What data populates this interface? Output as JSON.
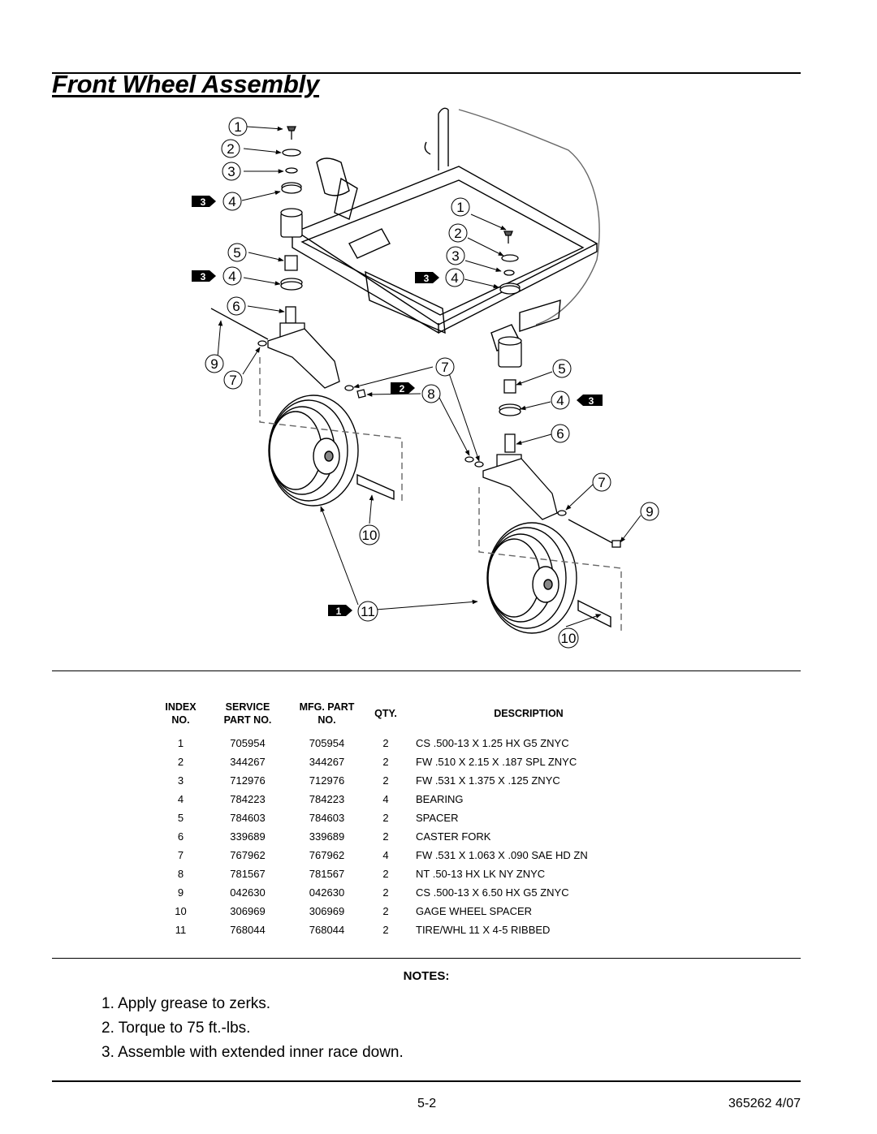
{
  "title": "Front Wheel Assembly",
  "diagram": {
    "callouts_left": [
      "1",
      "2",
      "3",
      "4",
      "5",
      "4",
      "6",
      "9",
      "7",
      "10",
      "11"
    ],
    "callouts_right": [
      "1",
      "2",
      "3",
      "4",
      "7",
      "8",
      "5",
      "4",
      "6",
      "7",
      "9",
      "10"
    ],
    "note_badges": [
      "3",
      "3",
      "3",
      "2",
      "3",
      "1"
    ]
  },
  "table": {
    "headers": {
      "index": [
        "INDEX",
        "NO."
      ],
      "service": [
        "SERVICE",
        "PART NO."
      ],
      "mfg": [
        "MFG. PART",
        "NO."
      ],
      "qty": "QTY.",
      "description": "DESCRIPTION"
    },
    "rows": [
      {
        "index": "1",
        "service": "705954",
        "mfg": "705954",
        "qty": "2",
        "description": "CS .500-13 X 1.25 HX G5 ZNYC"
      },
      {
        "index": "2",
        "service": "344267",
        "mfg": "344267",
        "qty": "2",
        "description": "FW .510 X 2.15 X .187 SPL ZNYC"
      },
      {
        "index": "3",
        "service": "712976",
        "mfg": "712976",
        "qty": "2",
        "description": "FW .531 X 1.375 X .125 ZNYC"
      },
      {
        "index": "4",
        "service": "784223",
        "mfg": "784223",
        "qty": "4",
        "description": "BEARING"
      },
      {
        "index": "5",
        "service": "784603",
        "mfg": "784603",
        "qty": "2",
        "description": "SPACER"
      },
      {
        "index": "6",
        "service": "339689",
        "mfg": "339689",
        "qty": "2",
        "description": "CASTER FORK"
      },
      {
        "index": "7",
        "service": "767962",
        "mfg": "767962",
        "qty": "4",
        "description": "FW .531 X 1.063 X .090 SAE HD ZN"
      },
      {
        "index": "8",
        "service": "781567",
        "mfg": "781567",
        "qty": "2",
        "description": "NT .50-13 HX LK NY ZNYC"
      },
      {
        "index": "9",
        "service": "042630",
        "mfg": "042630",
        "qty": "2",
        "description": "CS .500-13 X 6.50 HX G5 ZNYC"
      },
      {
        "index": "10",
        "service": "306969",
        "mfg": "306969",
        "qty": "2",
        "description": "GAGE WHEEL SPACER"
      },
      {
        "index": "11",
        "service": "768044",
        "mfg": "768044",
        "qty": "2",
        "description": "TIRE/WHL 11 X 4-5 RIBBED"
      }
    ]
  },
  "notes": {
    "heading": "NOTES:",
    "items": [
      "1.  Apply grease to zerks.",
      "2.  Torque to 75 ft.-lbs.",
      "3.  Assemble with extended inner race down."
    ]
  },
  "footer": {
    "page_number": "5-2",
    "doc_id": "365262 4/07"
  }
}
